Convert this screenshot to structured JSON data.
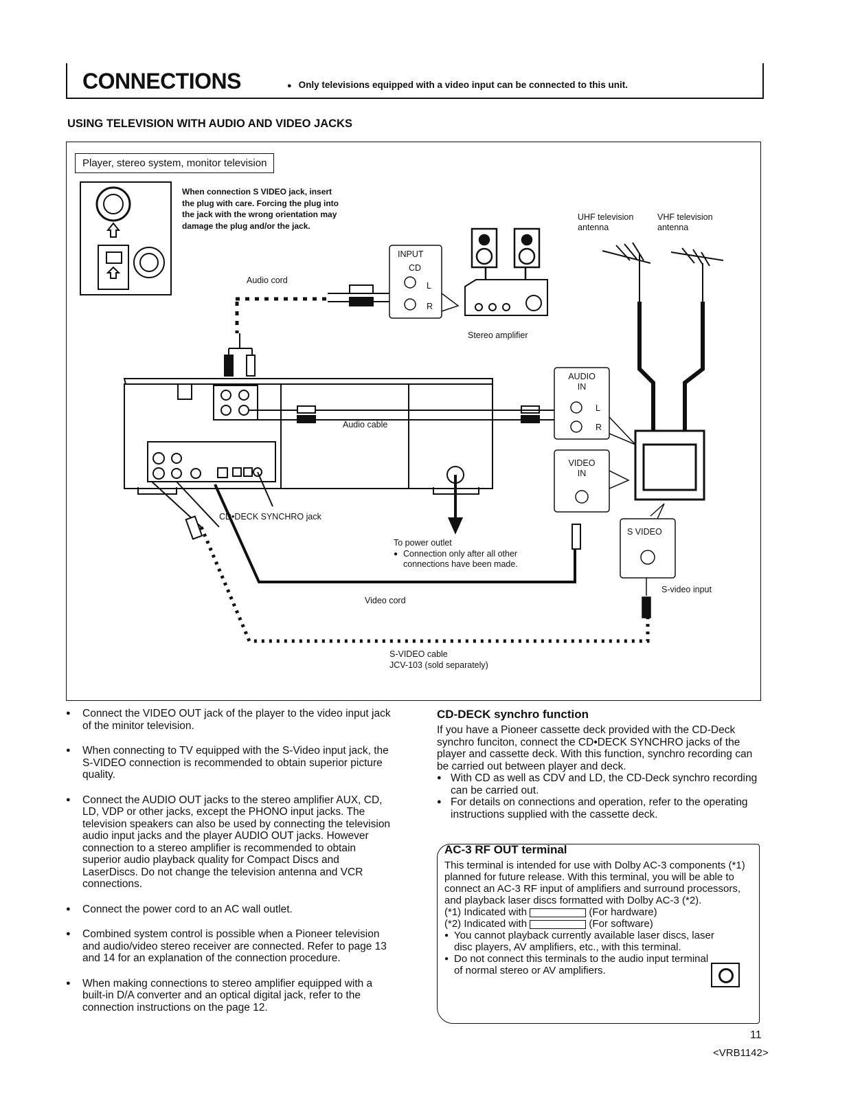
{
  "header": {
    "title": "CONNECTIONS",
    "note": "Only televisions equipped with a video input can be connected to this unit."
  },
  "section_heading": "USING TELEVISION WITH AUDIO AND VIDEO JACKS",
  "diagram": {
    "caption": "Player, stereo system, monitor television",
    "warning": "When connection S VIDEO jack, insert the plug with care. Forcing the plug into the jack with the wrong orientation may damage the plug and/or the jack.",
    "audio_cord": "Audio cord",
    "input_label": "INPUT",
    "cd_label": "CD",
    "l": "L",
    "r": "R",
    "stereo_amplifier": "Stereo amplifier",
    "uhf": "UHF television antenna",
    "vhf": "VHF television antenna",
    "audio_in": "AUDIO IN",
    "audio_cable": "Audio cable",
    "video_in": "VIDEO IN",
    "s_video": "S VIDEO",
    "cd_deck_synchro_jack": "CD•DECK SYNCHRO jack",
    "to_power_outlet": "To power outlet",
    "power_note": "Connection only after all other connections have been made.",
    "s_video_input": "S-video input",
    "video_cord": "Video cord",
    "s_video_cable": "S-VIDEO cable",
    "s_video_cable_model": "JCV-103 (sold separately)"
  },
  "left_bullets": [
    "Connect the VIDEO OUT jack of the player to the video input jack of the minitor television.",
    "When connecting to TV equipped with the S-Video input jack, the S-VIDEO connection is recommended to obtain superior picture quality.",
    "Connect the AUDIO OUT jacks to the stereo amplifier AUX, CD, LD, VDP or other jacks, except the PHONO input jacks. The television speakers can also be used by connecting the television audio input jacks and the player AUDIO OUT jacks. However connection to a stereo amplifier is recommended to obtain superior audio playback quality for Compact Discs and LaserDiscs. Do not change the television antenna and VCR connections.",
    "Connect the power cord to an AC wall outlet.",
    "Combined system control is possible when a Pioneer television and audio/video stereo receiver are connected. Refer to page 13 and 14 for an explanation of the connection procedure.",
    "When making connections to stereo amplifier equipped with a built-in D/A converter and an optical digital jack, refer to the connection instructions on the page 12."
  ],
  "cd_deck": {
    "heading": "CD-DECK synchro function",
    "text": "If you have a Pioneer cassette deck provided with the CD-Deck synchro funciton, connect the CD•DECK SYNCHRO jacks of the player and cassette deck. With this function, synchro recording can be carried out between player and deck.",
    "bullets": [
      "With CD as well as CDV and LD, the CD-Deck synchro recording can be carried out.",
      "For details on connections and operation, refer to the operating instructions supplied with the cassette deck."
    ]
  },
  "ac3": {
    "title": "AC-3 RF OUT terminal",
    "text": "This terminal is intended for use with Dolby AC-3 components (*1) planned for future release. With this terminal, you will be able to connect an AC-3 RF input of amplifiers and surround processors, and playback laser discs formatted with Dolby AC-3 (*2).",
    "note1": "(*1) Indicated with",
    "note1_suffix": "(For hardware)",
    "note2": "(*2) Indicated with",
    "note2_suffix": "(For software)",
    "bullets": [
      "You cannot playback currently available laser discs, laser disc players, AV amplifiers, etc., with this terminal.",
      "Do not connect this terminals to the audio input terminal of normal stereo or AV amplifiers."
    ]
  },
  "page_number": "11",
  "doc_code": "<VRB1142>"
}
